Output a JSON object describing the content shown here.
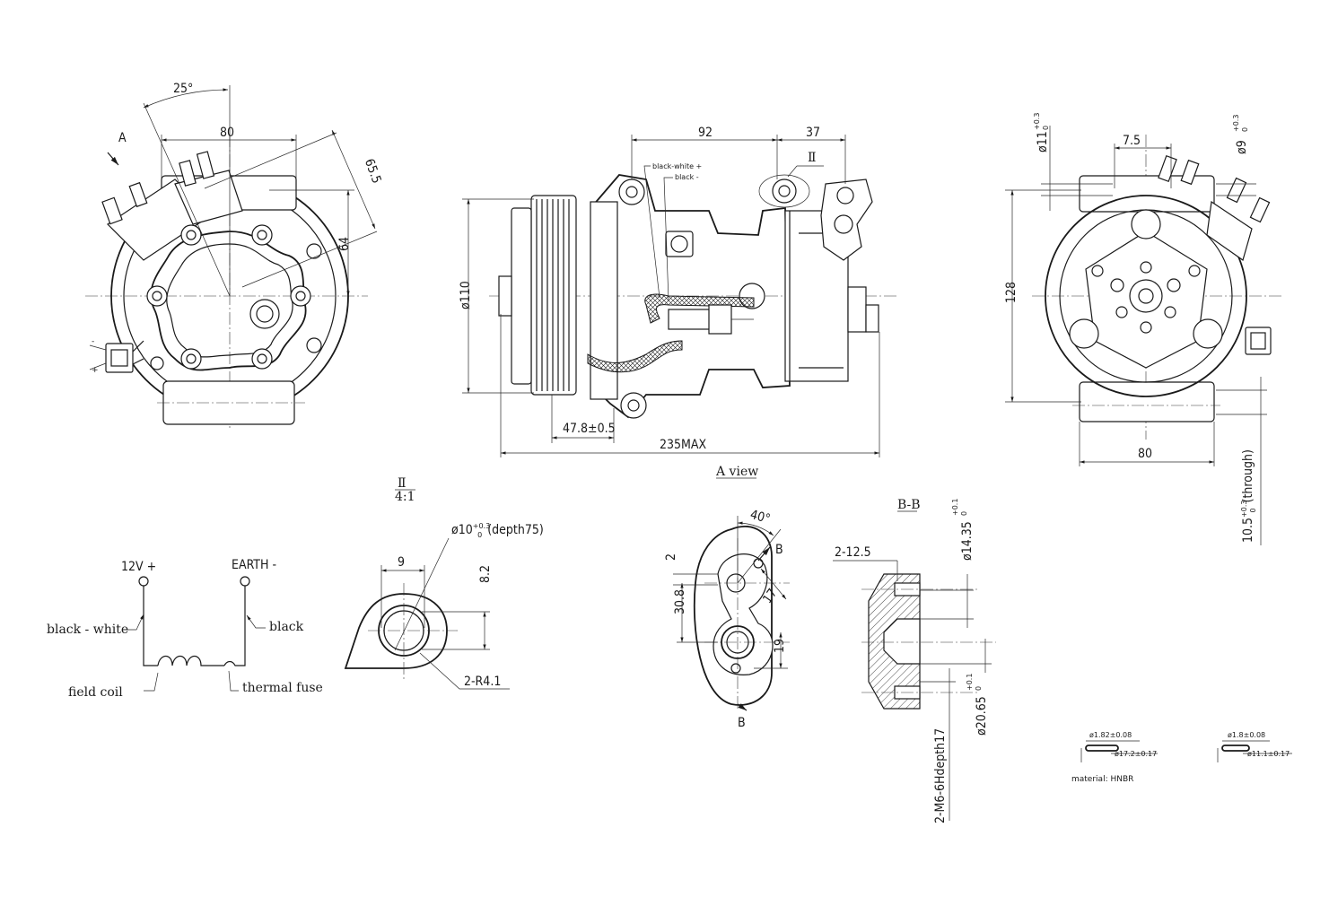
{
  "front_view": {
    "angle": "25°",
    "width": "80",
    "diag": "65.5",
    "height": "64",
    "arrow_label": "A",
    "minus": "-",
    "plus": "+"
  },
  "side_view": {
    "dim_92": "92",
    "dim_37": "37",
    "detail_ref": "Ⅱ",
    "wire_black_white": "black-white +",
    "wire_black": "black -",
    "dia_110": "ø110",
    "pulley_offset": "47.8±0.5",
    "overall_length": "235MAX",
    "view_caption": "A view"
  },
  "rear_view": {
    "hole_11": "ø11",
    "hole_11_tol_up": "+0.3",
    "hole_11_tol_low": "0",
    "dim_7_5": "7.5",
    "hole_9": "ø9",
    "hole_9_tol_up": "+0.3",
    "hole_9_tol_low": "0",
    "height_128": "128",
    "width_80": "80",
    "through_main": "10.5",
    "through_tol_up": "+0.3",
    "through_tol_low": "0",
    "through_suffix": "(through)"
  },
  "wiring": {
    "positive": "12V +",
    "negative": "EARTH -",
    "wire_bw": "black - white",
    "wire_b": "black",
    "coil": "field coil",
    "fuse": "thermal fuse"
  },
  "detail_II": {
    "title": "Ⅱ",
    "scale": "4:1",
    "hole": "ø10",
    "hole_tol_up": "+0.3",
    "hole_tol_low": "0",
    "hole_depth": "(depth75)",
    "dim_9": "9",
    "dim_8_2": "8.2",
    "radius": "2-R4.1"
  },
  "port_view": {
    "angle": "40°",
    "dim_2": "2",
    "dim_30_8": "30.8",
    "dim_17": "17",
    "dim_19": "19",
    "sec_b_top": "B",
    "sec_b_bottom": "B"
  },
  "section_BB": {
    "title": "B-B",
    "dim_2_12_5": "2-12.5",
    "dia_14_35": "ø14.35",
    "dia_14_35_up": "+0.1",
    "dia_14_35_low": "0",
    "dia_20_65": "ø20.65",
    "dia_20_65_up": "+0.1",
    "dia_20_65_low": "0",
    "thread": "2-M6-6Hdepth17"
  },
  "orings": {
    "ring1_cs": "ø1.82±0.08",
    "ring1_id": "ø17.2±0.17",
    "ring2_cs": "ø1.8±0.08",
    "ring2_id": "ø11.1±0.17",
    "material": "material: HNBR"
  }
}
